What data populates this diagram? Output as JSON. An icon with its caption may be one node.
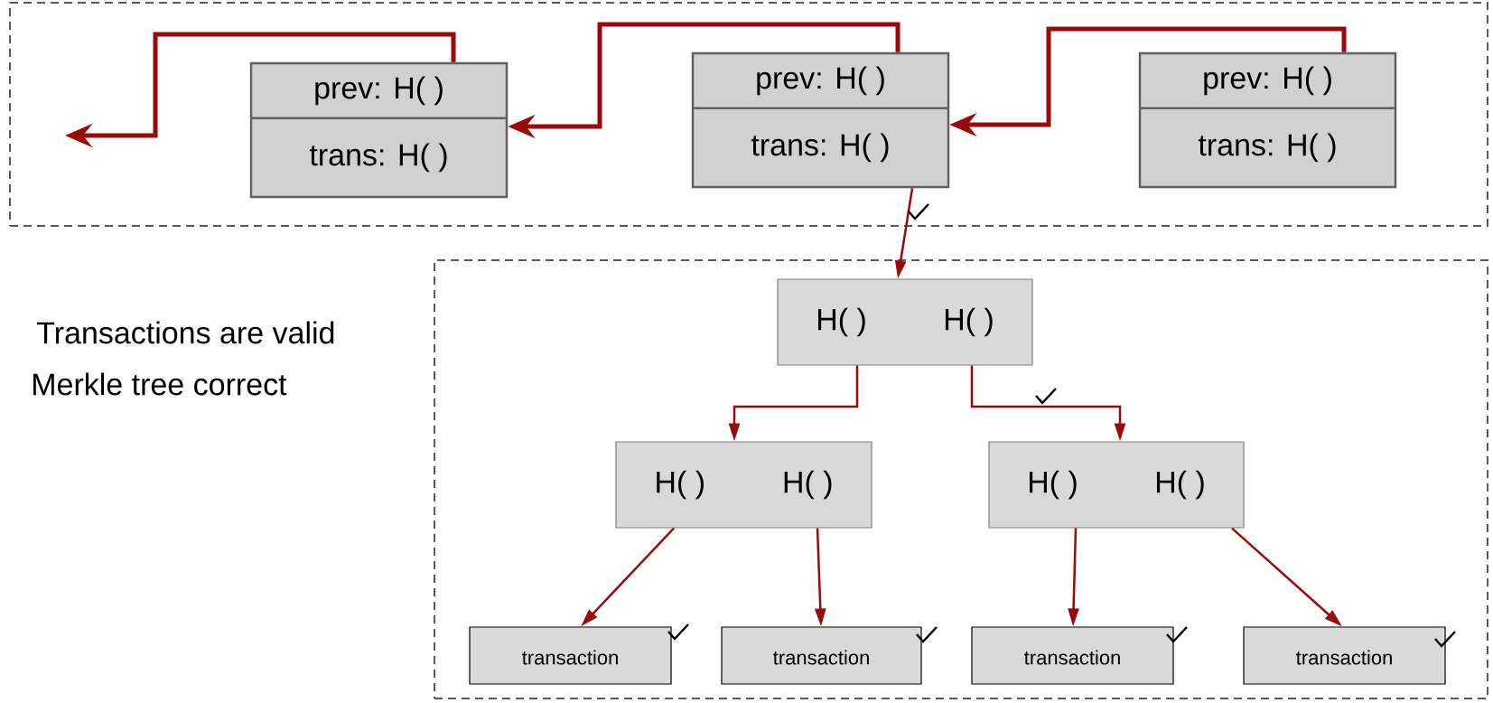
{
  "diagram": {
    "nodes": [
      {
        "text": [],
        "shape": "box"
      },
      {
        "text": [
          "prev: H( )",
          "trans: H( )"
        ],
        "in": 0
      },
      {
        "text": [
          "prev: H( )",
          "trans: H( )"
        ],
        "in": 0
      },
      {
        "text": [
          "prev: H( )",
          "trans: H( )"
        ],
        "in": 0
      },
      {
        "text": [],
        "shape": "box"
      },
      {
        "text": [
          "H( )",
          "H( )"
        ],
        "in": 4
      },
      {
        "text": [
          "H( )",
          "H( )"
        ],
        "in": 4
      },
      {
        "text": [
          "H( )",
          "H( )"
        ],
        "in": 4
      },
      {
        "text": [
          "transaction"
        ],
        "in": 4
      },
      {
        "text": [
          "transaction"
        ],
        "in": 4
      },
      {
        "text": [
          "transaction"
        ],
        "in": 4
      },
      {
        "text": [
          "transaction"
        ],
        "in": 4
      }
    ],
    "edges": [
      {
        "from": 1,
        "to": null,
        "arrow": "to",
        "style": "thick"
      },
      {
        "from": 2,
        "to": 1,
        "arrow": "to",
        "style": "thick"
      },
      {
        "from": 3,
        "to": 2,
        "arrow": "to",
        "style": "thick"
      },
      {
        "from": 2,
        "to": 5,
        "arrow": "to"
      },
      {
        "from": 5,
        "to": 6,
        "arrow": "to"
      },
      {
        "from": 5,
        "to": 7,
        "arrow": "to"
      },
      {
        "from": 6,
        "to": 8,
        "arrow": "to"
      },
      {
        "from": 6,
        "to": 9,
        "arrow": "to"
      },
      {
        "from": 7,
        "to": 10,
        "arrow": "to"
      },
      {
        "from": 7,
        "to": 11,
        "arrow": "to"
      }
    ],
    "labels": [
      "Transactions are valid",
      "Merkle tree correct"
    ]
  }
}
